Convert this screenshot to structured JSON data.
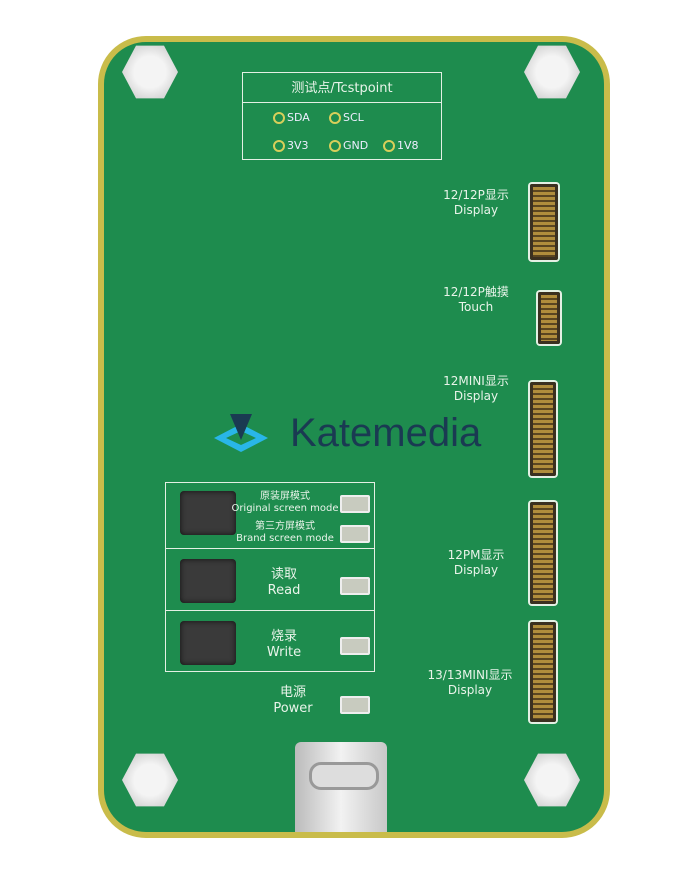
{
  "testpoint": {
    "title": "测试点/Tcstpoint",
    "pads": [
      "SDA",
      "SCL",
      "3V3",
      "GND",
      "1V8"
    ]
  },
  "connectors": [
    {
      "cn": "12/12P显示",
      "en": "Display"
    },
    {
      "cn": "12/12P触摸",
      "en": "Touch"
    },
    {
      "cn": "12MINI显示",
      "en": "Display"
    },
    {
      "cn": "12PM显示",
      "en": "Display"
    },
    {
      "cn": "13/13MINI显示",
      "en": "Display"
    }
  ],
  "buttons": {
    "original": {
      "cn": "原装屏模式",
      "en": "Original screen mode"
    },
    "brand": {
      "cn": "第三方屏模式",
      "en": "Brand screen mode"
    },
    "read": {
      "cn": "读取",
      "en": "Read"
    },
    "write": {
      "cn": "烧录",
      "en": "Write"
    },
    "power": {
      "cn": "电源",
      "en": "Power"
    }
  },
  "watermark": "Katemedia",
  "colors": {
    "board": "#1e8c4e",
    "edge": "#c9bc4a",
    "watermark": "#1a3a52",
    "logo_accent": "#29b6e8"
  }
}
